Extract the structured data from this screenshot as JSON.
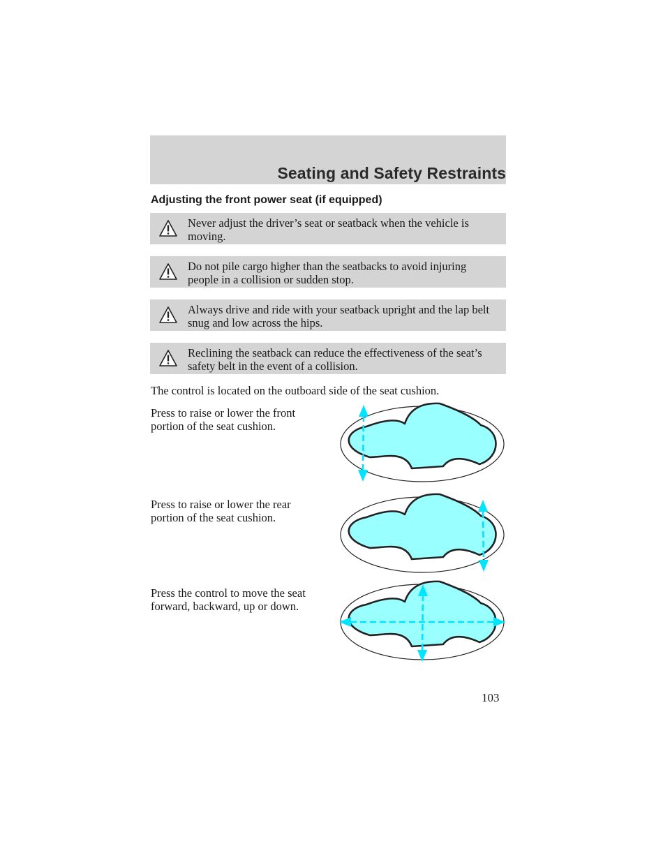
{
  "header": {
    "title": "Seating and Safety Restraints"
  },
  "section": {
    "heading": "Adjusting the front power seat (if equipped)"
  },
  "warnings": [
    {
      "text": "Never adjust the driver’s seat or seatback when the vehicle is moving."
    },
    {
      "text": "Do not pile cargo higher than the seatbacks to avoid injuring people in a collision or sudden stop."
    },
    {
      "text": "Always drive and ride with your seatback upright and the lap belt snug and low across the hips."
    },
    {
      "text": "Reclining the seatback can reduce the effectiveness of the seat’s safety belt in the event of a collision."
    }
  ],
  "body": {
    "location": "The control is located on the outboard side of the seat cushion.",
    "front_cushion": "Press to raise or lower the front portion of the seat cushion.",
    "rear_cushion": "Press to raise or lower the rear portion of the seat cushion.",
    "whole_seat": "Press the control to move the seat forward, backward, up or down."
  },
  "icons": {
    "warning": "warning-triangle-icon",
    "arrow": "dashed-arrow-icon"
  },
  "colors": {
    "band": "#d4d4d4",
    "control_fill": "#99ffff",
    "arrow": "#00e5ff"
  },
  "footer": {
    "page_number": "103"
  }
}
